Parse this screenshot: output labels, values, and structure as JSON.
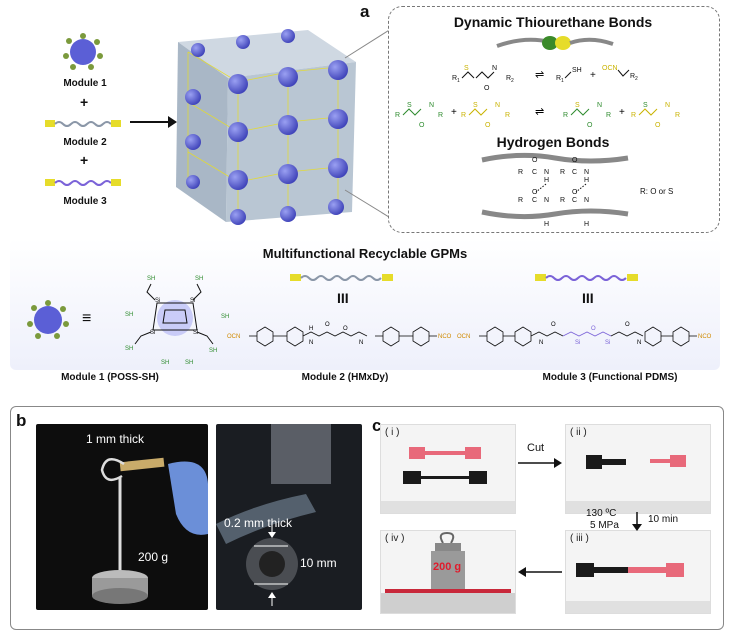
{
  "panel_a": {
    "letter": "a",
    "modules": [
      {
        "label": "Module 1"
      },
      {
        "label": "Module 2"
      },
      {
        "label": "Module 3"
      }
    ],
    "plus": "+",
    "dynamic_title": "Dynamic Thiourethane Bonds",
    "hbond_title": "Hydrogen Bonds",
    "hbond_note": "R: O or S",
    "section_title": "Multifunctional Recyclable GPMs",
    "equiv": "≡",
    "triple": "III",
    "captions": [
      "Module 1 (POSS-SH)",
      "Module 2 (HMxDy)",
      "Module 3 (Functional PDMS)"
    ]
  },
  "panel_b": {
    "letter": "b",
    "thick1": "1 mm thick",
    "mass": "200 g",
    "thick2": "0.2 mm thick",
    "diameter": "10 mm"
  },
  "panel_c": {
    "letter": "c",
    "steps": [
      "( i )",
      "( ii )",
      "( iii )",
      "( iv )"
    ],
    "cut": "Cut",
    "temp": "130 ºC",
    "pressure": "5 MPa",
    "time": "10 min",
    "weight": "200 g"
  },
  "colors": {
    "sphere": "#5b5fd6",
    "green_arm": "#7b9a3c",
    "yellow": "#e6dc2a",
    "red_sample": "#e8697a",
    "black_sample": "#1a1a1a"
  }
}
